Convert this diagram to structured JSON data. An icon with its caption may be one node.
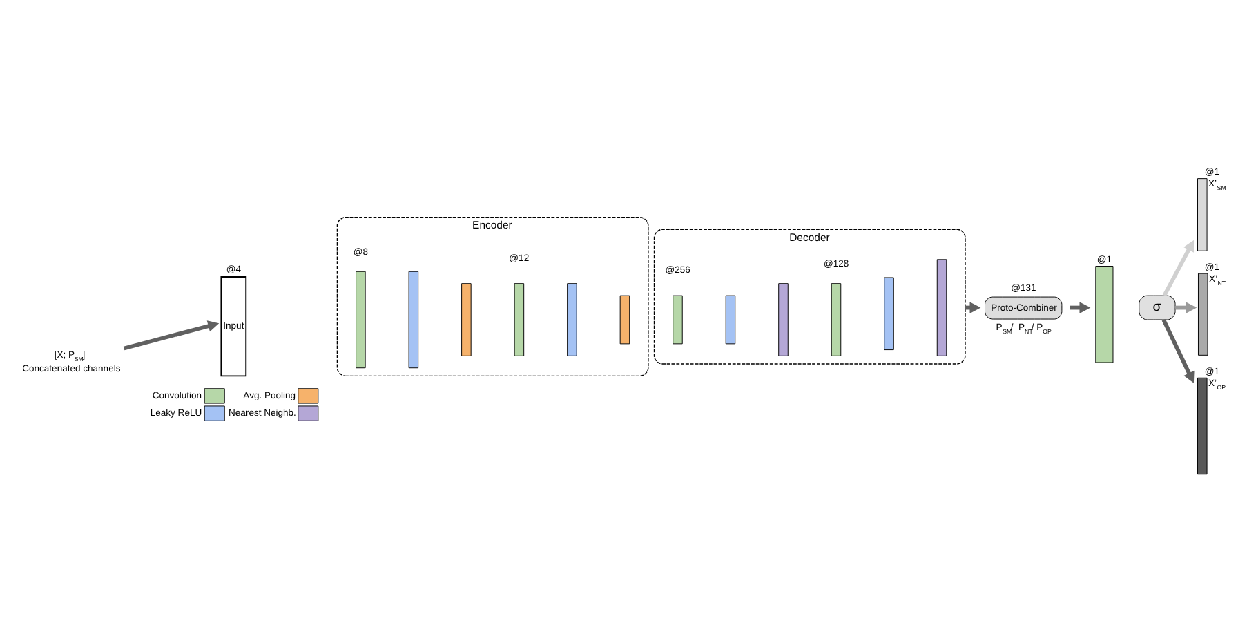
{
  "diagram": {
    "nodes": [
      {
        "text": [
          "Input"
        ],
        "beside": [
          "@4"
        ]
      },
      {
        "text": [
          "Encoder"
        ]
      },
      {
        "text": [],
        "shape": "bar",
        "in": 1
      },
      {
        "text": [],
        "shape": "bar",
        "in": 1
      },
      {
        "text": [],
        "shape": "bar",
        "in": 1
      },
      {
        "text": [],
        "shape": "bar",
        "in": 1
      },
      {
        "text": [],
        "shape": "bar",
        "in": 1
      },
      {
        "text": [],
        "shape": "bar",
        "in": 1
      },
      {
        "text": [
          "Decoder"
        ]
      },
      {
        "text": [],
        "shape": "bar",
        "in": 8
      },
      {
        "text": [],
        "shape": "bar",
        "in": 8
      },
      {
        "text": [],
        "shape": "bar",
        "in": 8
      },
      {
        "text": [],
        "shape": "bar",
        "in": 8
      },
      {
        "text": [],
        "shape": "bar",
        "in": 8
      },
      {
        "text": [],
        "shape": "bar",
        "in": 8
      },
      {
        "text": [
          "Proto-Combiner"
        ],
        "beside": [
          "@131",
          "P$_{SM}$/  P$_{NT}$/ P$_{OP}$"
        ]
      },
      {
        "text": [],
        "shape": "bar",
        "beside": [
          "@1"
        ]
      },
      {
        "text": [
          "σ"
        ]
      },
      {
        "text": [],
        "shape": "bar",
        "beside": [
          "@1",
          "X’$_{SM}$"
        ]
      },
      {
        "text": [],
        "shape": "bar",
        "beside": [
          "@1",
          "X’$_{NT}$"
        ]
      },
      {
        "text": [],
        "shape": "bar",
        "beside": [
          "@1",
          "X’$_{OP}$"
        ]
      },
      {
        "text": [
          "[X; P$_{SM}$]",
          "Concatenated channels"
        ]
      }
    ],
    "edges": [
      {
        "from": 21,
        "to": 0,
        "arrow": "to"
      },
      {
        "from": 8,
        "to": 15,
        "arrow": "to"
      },
      {
        "from": 15,
        "to": 16,
        "arrow": "to"
      },
      {
        "from": 17,
        "to": 18,
        "arrow": "to",
        "color": "#d0d0d0"
      },
      {
        "from": 17,
        "to": 19,
        "arrow": "to",
        "color": "#9a9a9a"
      },
      {
        "from": 17,
        "to": 20,
        "arrow": "to"
      }
    ],
    "labels": [
      "@8",
      "@12",
      "@256",
      "@128"
    ],
    "legend": [
      {
        "text": "Convolution",
        "color": "#b6d7a8"
      },
      {
        "text": "Avg. Pooling",
        "color": "#f6b26b"
      },
      {
        "text": "Leaky ReLU",
        "color": "#a4c2f4"
      },
      {
        "text": "Nearest Neighb.",
        "color": "#b4a7d6"
      }
    ]
  }
}
